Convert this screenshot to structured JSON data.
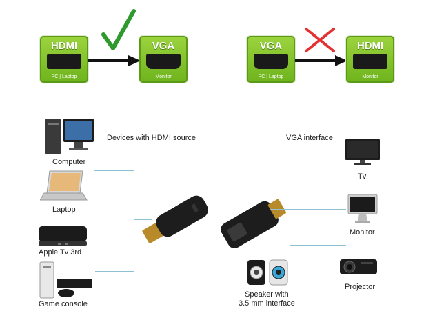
{
  "top": {
    "left_pair": {
      "source": {
        "title": "HDMI",
        "sub": "PC | Laptop"
      },
      "target": {
        "title": "VGA",
        "sub": "Monitor"
      }
    },
    "right_pair": {
      "source": {
        "title": "VGA",
        "sub": "PC | Laptop"
      },
      "target": {
        "title": "HDMI",
        "sub": "Monitor"
      }
    },
    "colors": {
      "box": "#7cc22a",
      "check": "#2e9a2e",
      "cross": "#e53030"
    }
  },
  "headings": {
    "hdmi_source": "Devices with HDMI source",
    "vga_interface": "VGA interface"
  },
  "left_devices": [
    {
      "label": "Computer",
      "icon": "computer-icon"
    },
    {
      "label": "Laptop",
      "icon": "laptop-icon"
    },
    {
      "label": "Apple Tv 3rd",
      "icon": "apple-tv-icon"
    },
    {
      "label": "Game console",
      "icon": "game-console-icon"
    }
  ],
  "right_devices": [
    {
      "label": "Tv",
      "icon": "tv-icon"
    },
    {
      "label": "Monitor",
      "icon": "monitor-icon"
    },
    {
      "label": "Projector",
      "icon": "projector-icon"
    }
  ],
  "speaker": {
    "line1": "Speaker with",
    "line2": "3.5 mm interface",
    "icon": "speaker-icon"
  },
  "line_color": "#8fc1d6"
}
